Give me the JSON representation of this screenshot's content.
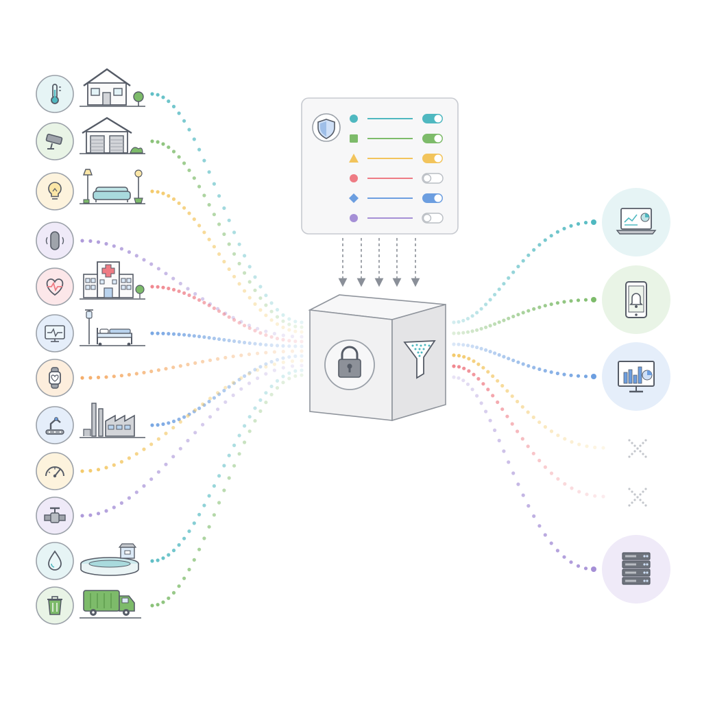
{
  "colors": {
    "teal": "#4fb8c0",
    "green": "#7dbb6a",
    "yellow": "#f2c45c",
    "purple": "#a58fd6",
    "red": "#ee7b84",
    "blue": "#6c9ee0",
    "orange": "#f3a45a",
    "line": "#555b66",
    "box_face": "#f1f1f2",
    "box_side": "#e4e4e6",
    "panel": "#f7f7f8",
    "reject": "#c3c6cc"
  },
  "sources": [
    {
      "icon": "thermometer-icon",
      "scene": "house-icon",
      "color": "teal"
    },
    {
      "icon": "security-camera-icon",
      "scene": "garage-icon",
      "color": "green"
    },
    {
      "icon": "light-bulb-icon",
      "scene": "living-room-icon",
      "color": "yellow"
    },
    {
      "icon": "smart-speaker-icon",
      "scene": "",
      "color": "purple"
    },
    {
      "icon": "heart-rate-icon",
      "scene": "hospital-icon",
      "color": "red"
    },
    {
      "icon": "patient-monitor-icon",
      "scene": "hospital-bed-icon",
      "color": "blue"
    },
    {
      "icon": "smartwatch-icon",
      "scene": "",
      "color": "orange"
    },
    {
      "icon": "robot-arm-icon",
      "scene": "factory-icon",
      "color": "blue"
    },
    {
      "icon": "gauge-icon",
      "scene": "",
      "color": "yellow"
    },
    {
      "icon": "valve-icon",
      "scene": "",
      "color": "purple"
    },
    {
      "icon": "water-drop-icon",
      "scene": "water-tank-icon",
      "color": "teal"
    },
    {
      "icon": "trash-bin-icon",
      "scene": "garbage-truck-icon",
      "color": "green"
    }
  ],
  "policy_rules": [
    {
      "shape": "circle",
      "color": "teal",
      "enabled": true
    },
    {
      "shape": "square",
      "color": "green",
      "enabled": true
    },
    {
      "shape": "triangle",
      "color": "yellow",
      "enabled": true
    },
    {
      "shape": "circle",
      "color": "red",
      "enabled": false
    },
    {
      "shape": "diamond",
      "color": "blue",
      "enabled": true
    },
    {
      "shape": "circle",
      "color": "purple",
      "enabled": false
    }
  ],
  "hub": {
    "front_icon": "padlock-icon",
    "side_icon": "filter-funnel-icon",
    "panel_icon": "shield-icon"
  },
  "outputs": [
    {
      "icon": "laptop-dashboard-icon",
      "color": "teal",
      "status": "delivered"
    },
    {
      "icon": "smartphone-alert-icon",
      "color": "green",
      "status": "delivered"
    },
    {
      "icon": "monitor-analytics-icon",
      "color": "blue",
      "status": "delivered"
    },
    {
      "icon": "blocked-x-icon",
      "color": "yellow",
      "status": "blocked"
    },
    {
      "icon": "blocked-x-icon",
      "color": "red",
      "status": "blocked"
    },
    {
      "icon": "server-rack-icon",
      "color": "purple",
      "status": "delivered"
    }
  ]
}
